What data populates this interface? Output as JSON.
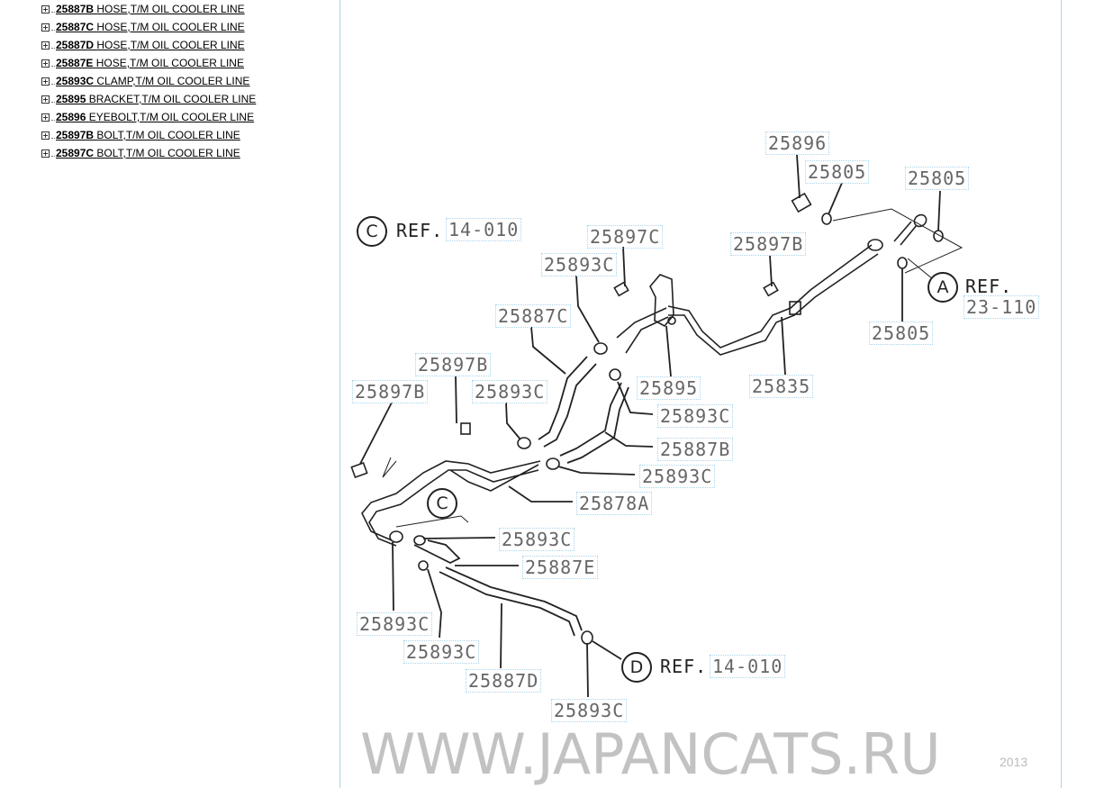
{
  "tree": {
    "items": [
      {
        "code": "25887B",
        "name": "HOSE,T/M OIL COOLER LINE"
      },
      {
        "code": "25887C",
        "name": "HOSE,T/M OIL COOLER LINE"
      },
      {
        "code": "25887D",
        "name": "HOSE,T/M OIL COOLER LINE"
      },
      {
        "code": "25887E",
        "name": "HOSE,T/M OIL COOLER LINE"
      },
      {
        "code": "25893C",
        "name": "CLAMP,T/M OIL COOLER LINE"
      },
      {
        "code": "25895",
        "name": "BRACKET,T/M OIL COOLER LINE"
      },
      {
        "code": "25896",
        "name": "EYEBOLT,T/M OIL COOLER LINE"
      },
      {
        "code": "25897B",
        "name": "BOLT,T/M OIL COOLER LINE"
      },
      {
        "code": "25897C",
        "name": "BOLT,T/M OIL COOLER LINE"
      }
    ]
  },
  "diagram": {
    "callouts": [
      "25896",
      "25805",
      "25805",
      "25897C",
      "25897B",
      "25893C",
      "25887C",
      "25805",
      "25895",
      "25835",
      "25897B",
      "25897B",
      "25893C",
      "25893C",
      "25887B",
      "25893C",
      "25878A",
      "25893C",
      "25887E",
      "25893C",
      "25893C",
      "25887D",
      "25893C"
    ],
    "refs": [
      {
        "letter": "C",
        "ref": "REF.",
        "code": "14-010"
      },
      {
        "letter": "A",
        "ref": "REF.",
        "code": "23-110"
      },
      {
        "letter": "D",
        "ref": "REF.",
        "code": "14-010"
      }
    ],
    "c_marker": "C",
    "watermark": "WWW.JAPANCATS.RU",
    "watermark_year": "2013"
  }
}
